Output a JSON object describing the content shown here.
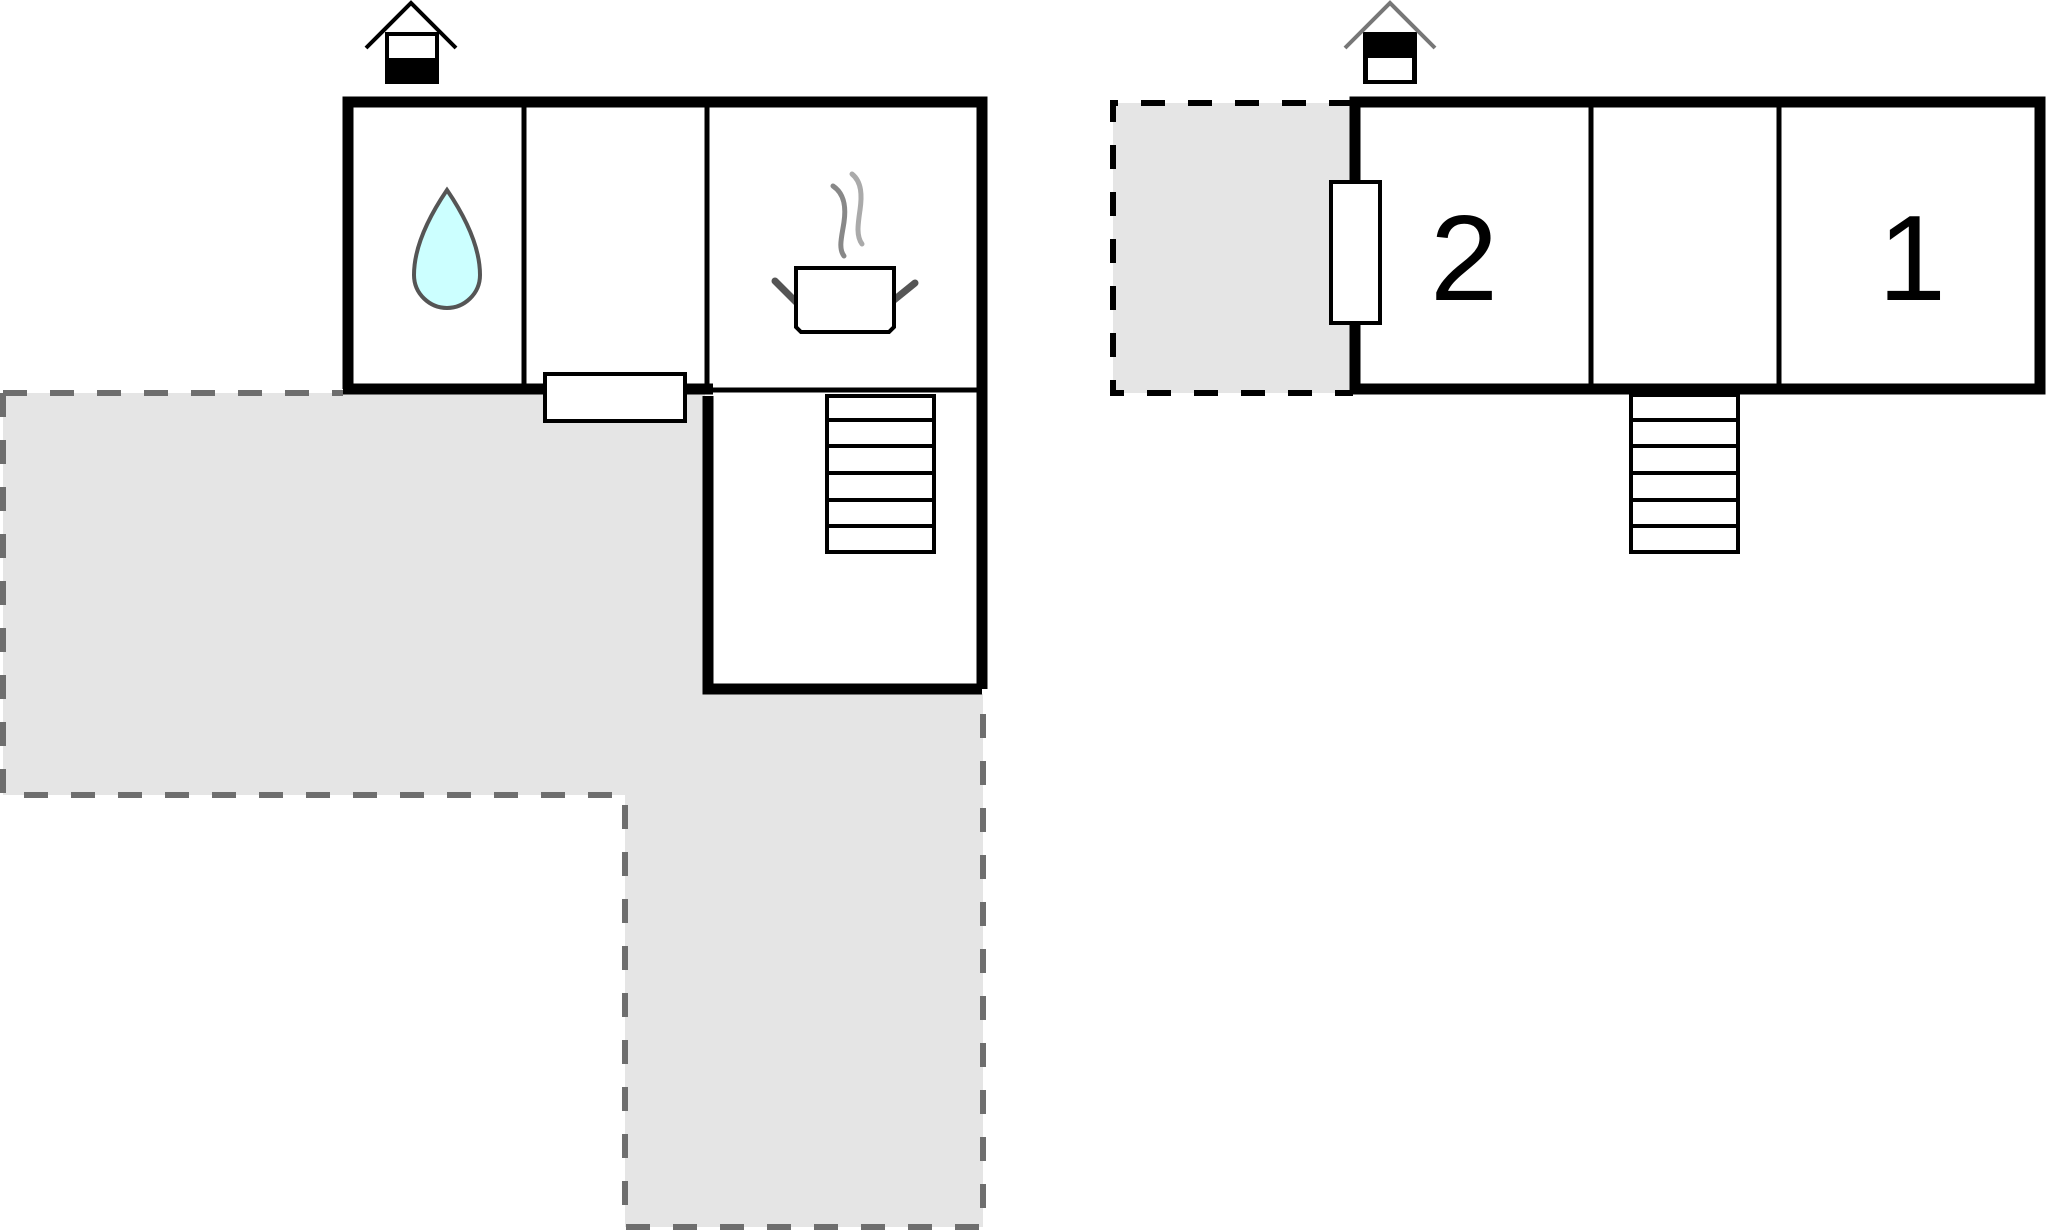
{
  "diagram": {
    "type": "floor-plan",
    "colors": {
      "wall": "#000000",
      "terrace_fill": "#e5e5e5",
      "terrace_dash_left": "#6e6e6e",
      "terrace_dash_right": "#000000",
      "water_fill": "#ccffff",
      "icon_stroke": "#555555",
      "steam_dark": "#888888",
      "steam_light": "#aaaaaa"
    },
    "floors": [
      {
        "name": "ground-floor",
        "entrance_icon": "house-entrance-icon",
        "rooms": [
          {
            "id": "bathroom",
            "icon": "water-drop-icon",
            "label": ""
          },
          {
            "id": "hallway",
            "icon": "",
            "label": ""
          },
          {
            "id": "kitchen",
            "icon": "cooking-pot-icon",
            "label": ""
          },
          {
            "id": "stair-room",
            "icon": "stairs-icon",
            "label": ""
          }
        ],
        "terrace": {
          "shape": "L",
          "style": "dashed"
        },
        "stairs_steps": 6
      },
      {
        "name": "upper-floor",
        "entrance_icon": "house-entrance-icon",
        "rooms": [
          {
            "id": "bedroom-2",
            "label": "2"
          },
          {
            "id": "landing",
            "label": ""
          },
          {
            "id": "bedroom-1",
            "label": "1"
          }
        ],
        "balcony": {
          "style": "dashed"
        },
        "stairs_steps": 6
      }
    ]
  }
}
